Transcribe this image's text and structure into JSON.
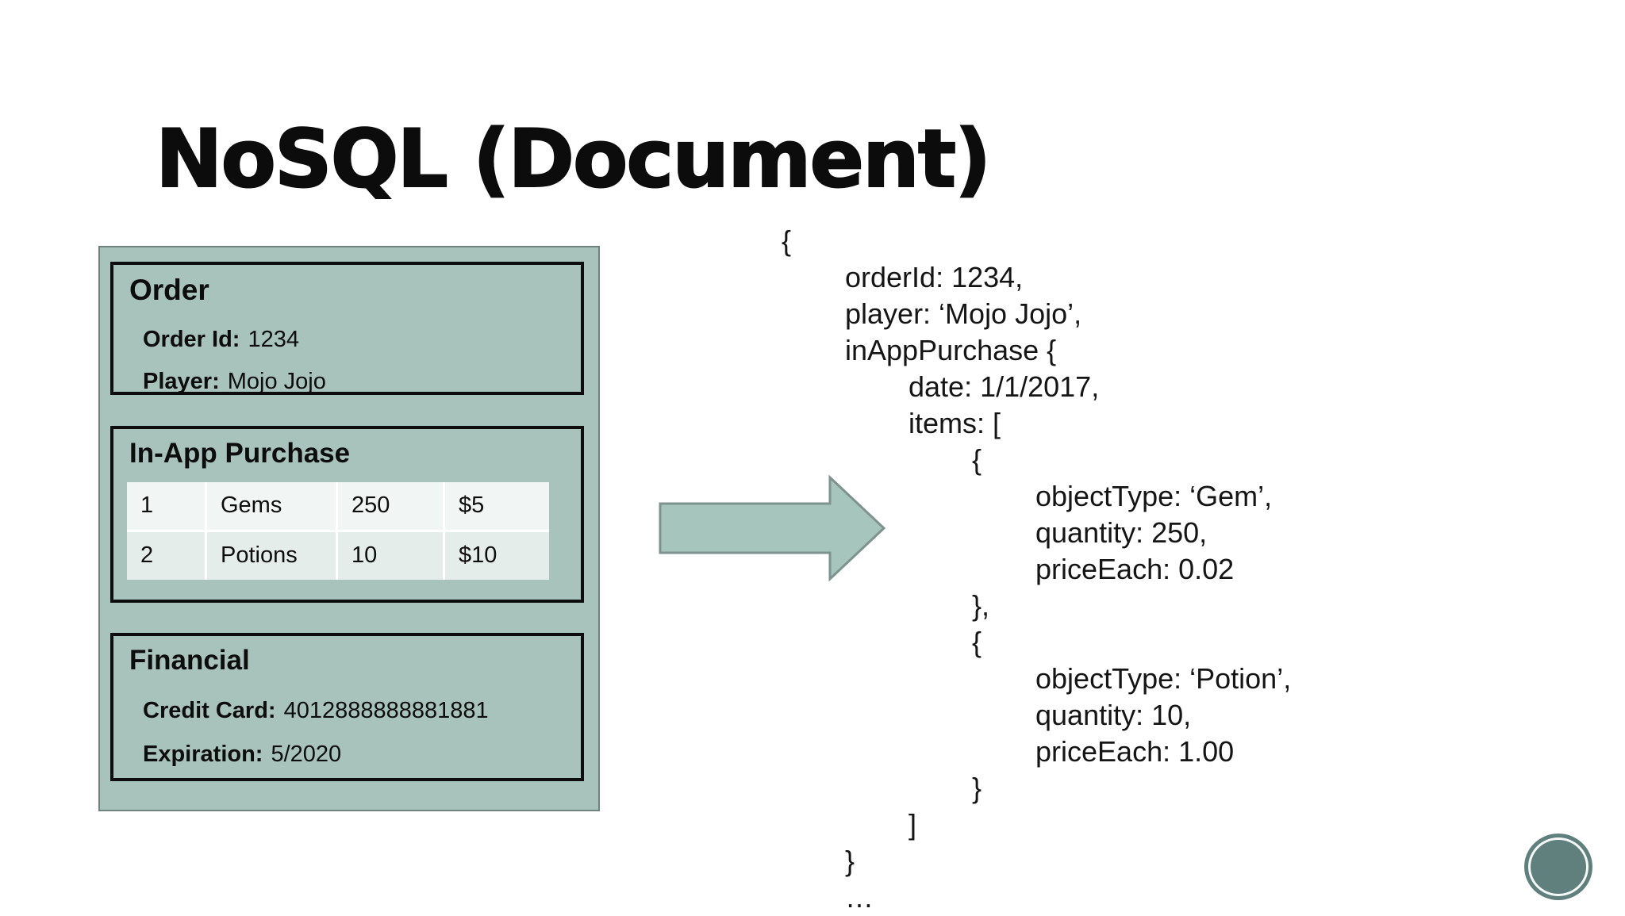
{
  "slide": {
    "title": "NoSQL (Document)"
  },
  "colors": {
    "background": "#ffffff",
    "panel_bg": "#a7c3bb",
    "panel_border": "#6f827d",
    "box_border": "#0d0d0d",
    "table_row_1_bg": "#f1f6f4",
    "table_row_2_bg": "#e5edea",
    "arrow_fill": "#a6c5bd",
    "arrow_outline": "#7e928e",
    "badge_fill": "#5f807d",
    "text": "#111111"
  },
  "record_panel": {
    "order": {
      "title": "Order",
      "fields": [
        {
          "label": "Order Id:",
          "value": "1234"
        },
        {
          "label": "Player:",
          "value": "Mojo Jojo"
        }
      ]
    },
    "in_app_purchase": {
      "title": "In-App Purchase",
      "table": {
        "rows": [
          [
            "1",
            "Gems",
            "250",
            "$5"
          ],
          [
            "2",
            "Potions",
            "10",
            "$10"
          ]
        ]
      }
    },
    "financial": {
      "title": "Financial",
      "fields": [
        {
          "label": "Credit Card:",
          "value": "4012888888881881"
        },
        {
          "label": "Expiration:",
          "value": "5/2020"
        }
      ]
    }
  },
  "document_json": {
    "text": "{\n\torderId: 1234,\n\tplayer: ‘Mojo Jojo’,\n\tinAppPurchase {\n\t\tdate: 1/1/2017,\n\t\titems: [\n\t\t\t{\n\t\t\t\tobjectType: ‘Gem’,\n\t\t\t\tquantity: 250,\n\t\t\t\tpriceEach: 0.02\n\t\t\t},\n\t\t\t{\n\t\t\t\tobjectType: ‘Potion’,\n\t\t\t\tquantity: 10,\n\t\t\t\tpriceEach: 1.00\n\t\t\t}\n\t\t]\n\t}\n\t…"
  }
}
